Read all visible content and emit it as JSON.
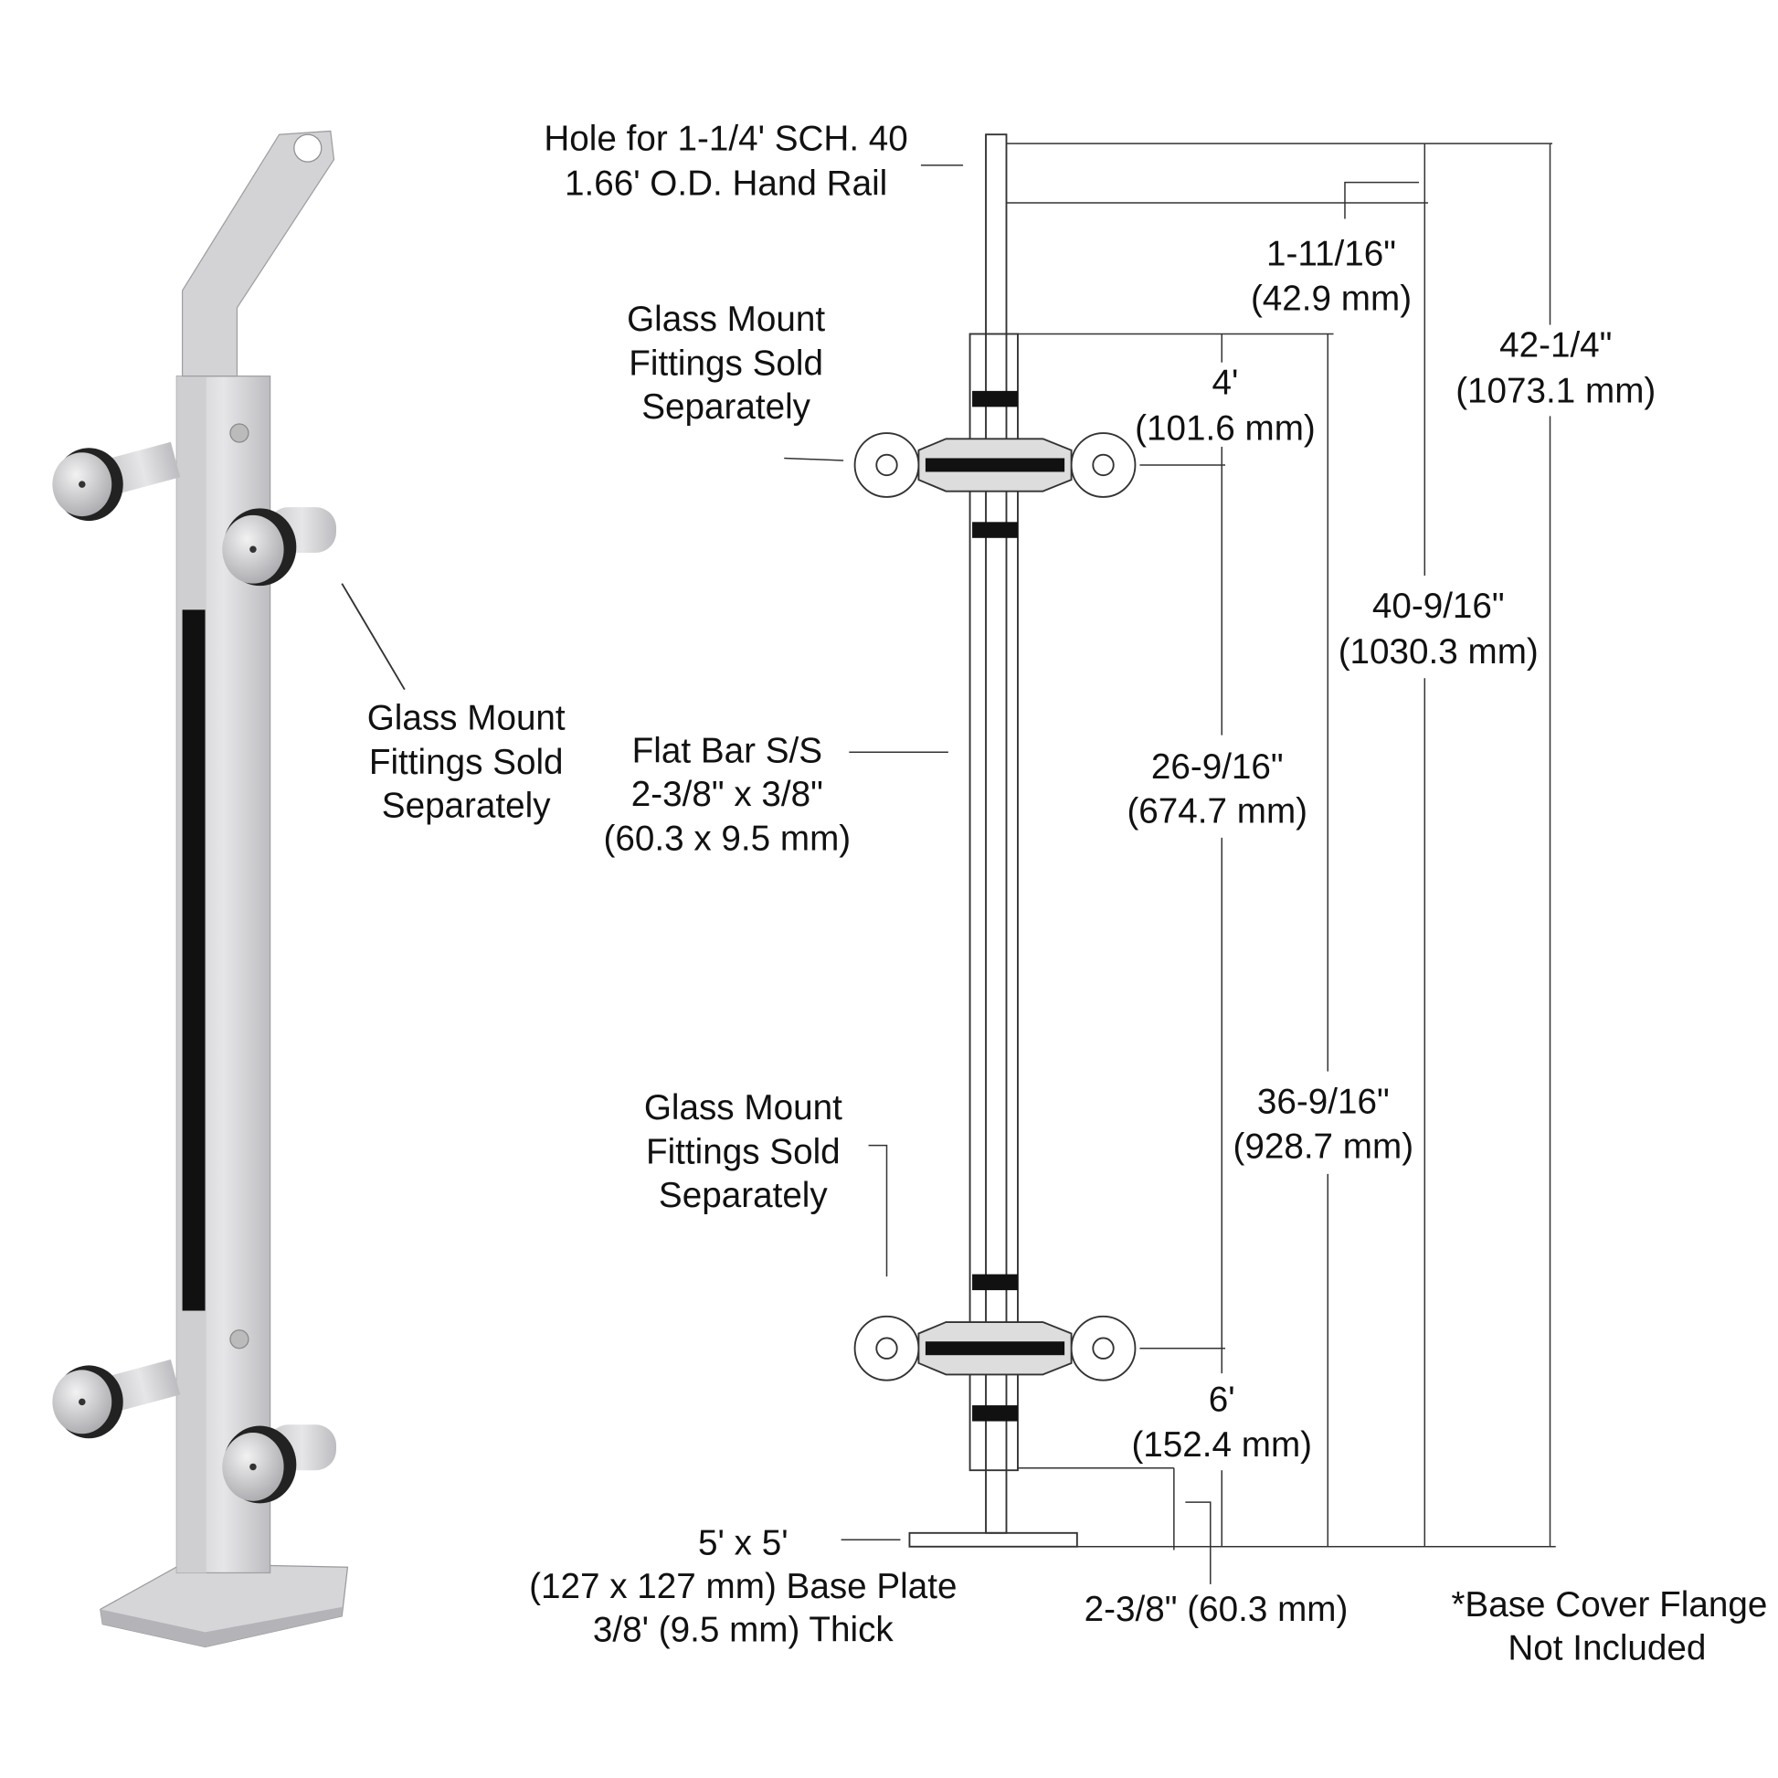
{
  "labels": {
    "handrail_hole": [
      "Hole for 1-1/4' SCH. 40",
      "1.66' O.D. Hand Rail"
    ],
    "glass_mount_top": [
      "Glass Mount",
      "Fittings Sold",
      "Separately"
    ],
    "glass_mount_photo": [
      "Glass Mount",
      "Fittings Sold",
      "Separately"
    ],
    "glass_mount_bottom": [
      "Glass Mount",
      "Fittings Sold",
      "Separately"
    ],
    "flat_bar": [
      "Flat Bar S/S",
      "2-3/8\" x 3/8\"",
      "(60.3 x 9.5 mm)"
    ],
    "base_plate": [
      "5' x 5'",
      "(127 x 127 mm) Base Plate",
      "3/8' (9.5 mm) Thick"
    ],
    "base_cover_note": [
      "*Base Cover Flange",
      "Not Included"
    ]
  },
  "dimensions": {
    "d_1_11_16": [
      "1-11/16\"",
      "(42.9 mm)"
    ],
    "d_4": [
      "4'",
      "(101.6 mm)"
    ],
    "d_42_1_4": [
      "42-1/4\"",
      "(1073.1 mm)"
    ],
    "d_40_9_16": [
      "40-9/16\"",
      "(1030.3 mm)"
    ],
    "d_26_9_16": [
      "26-9/16\"",
      "(674.7 mm)"
    ],
    "d_36_9_16": [
      "36-9/16\"",
      "(928.7 mm)"
    ],
    "d_6": [
      "6'",
      "(152.4 mm)"
    ],
    "d_2_3_8": [
      "2-3/8\" (60.3 mm)"
    ]
  },
  "colors": {
    "line": "#333333",
    "steel_light": "#e4e4e6",
    "steel_dark": "#a8a8ac",
    "slot": "#111111"
  }
}
